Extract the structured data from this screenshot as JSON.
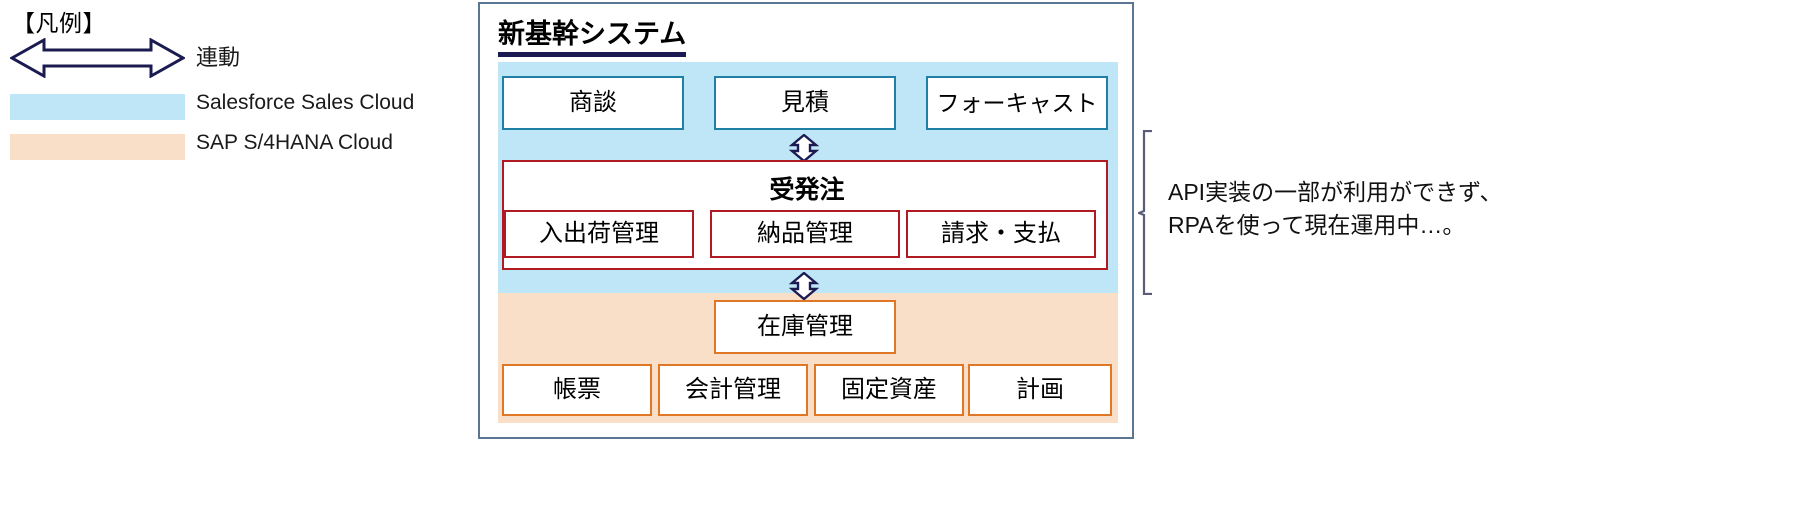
{
  "legend": {
    "title": "【凡例】",
    "items": [
      {
        "kind": "arrow",
        "icon": "double-headed-arrow-icon",
        "label": "連動",
        "color": "#1b1b52"
      },
      {
        "kind": "swatch",
        "icon": "color-swatch-icon",
        "label": "Salesforce Sales Cloud",
        "color": "#bfe6f7"
      },
      {
        "kind": "swatch",
        "icon": "color-swatch-icon",
        "label": "SAP S/4HANA Cloud",
        "color": "#fadfc8"
      }
    ]
  },
  "card": {
    "title": "新基幹システム",
    "title_underline_color": "#1b1b52",
    "border_color": "#5b7693",
    "bands": {
      "salesforce": {
        "color": "#bfe6f7",
        "name": "Salesforce Sales Cloud"
      },
      "sap": {
        "color": "#fadfc8",
        "name": "SAP S/4HANA Cloud"
      }
    },
    "salesforce_nodes": [
      {
        "label": "商談",
        "border": "#1f7fa5"
      },
      {
        "label": "見積",
        "border": "#1f7fa5"
      },
      {
        "label": "フォーキャスト",
        "border": "#1f7fa5"
      }
    ],
    "order_group": {
      "title": "受発注",
      "border": "#b01a23",
      "nodes": [
        {
          "label": "入出荷管理",
          "border": "#b01a23"
        },
        {
          "label": "納品管理",
          "border": "#b01a23"
        },
        {
          "label": "請求・支払",
          "border": "#b01a23"
        }
      ]
    },
    "inventory_node": {
      "label": "在庫管理",
      "border": "#df7726"
    },
    "sap_nodes": [
      {
        "label": "帳票",
        "border": "#df7726"
      },
      {
        "label": "会計管理",
        "border": "#df7726"
      },
      {
        "label": "固定資産",
        "border": "#df7726"
      },
      {
        "label": "計画",
        "border": "#df7726"
      }
    ],
    "connectors": [
      {
        "name": "salesforce-to-order",
        "icon": "double-headed-arrow-vertical-icon"
      },
      {
        "name": "order-to-inventory",
        "icon": "double-headed-arrow-vertical-icon"
      }
    ]
  },
  "annotation": {
    "bracket_color": "#5b5b7a",
    "line1": "API実装の一部が利用ができず、",
    "line2": "RPAを使って現在運用中…。"
  }
}
